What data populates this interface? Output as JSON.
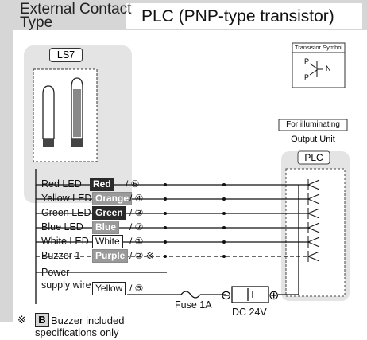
{
  "header": {
    "left_line1": "External Contact",
    "left_line2": "Type",
    "right_title": "PLC (PNP-type transistor)"
  },
  "device": {
    "label": "LS7"
  },
  "transistor_legend": {
    "title": "Transistor Symbol",
    "p1": "P",
    "p2": "P",
    "n": "N"
  },
  "output_unit": {
    "line1": "For illuminating",
    "line2": "Output Unit",
    "plc_label": "PLC"
  },
  "wires": [
    {
      "label": "Red LED",
      "color_box": "Red",
      "suffix": "/ ⑥"
    },
    {
      "label": "Yellow LED",
      "color_box": "Orange",
      "suffix": "/ ④"
    },
    {
      "label": "Green LED",
      "color_box": "Green",
      "suffix": "/ ③"
    },
    {
      "label": "Blue LED",
      "color_box": "Blue",
      "suffix": "/ ⑦"
    },
    {
      "label": "White LED",
      "color_box": "White",
      "suffix": "/ ①"
    },
    {
      "label": "Buzzer 1",
      "color_box": "Purple",
      "suffix": "/ ② ※"
    }
  ],
  "power": {
    "line1": "Power",
    "line2": "supply wire",
    "color_box": "Yellow",
    "suffix": "/ ⑤"
  },
  "fuse_label": "Fuse 1A",
  "dc_label": "DC 24V",
  "minus": "⊖",
  "plus": "⊕",
  "footnote": {
    "mark": "※",
    "badge": "B",
    "line1": "Buzzer included",
    "line2": "specifications only"
  }
}
